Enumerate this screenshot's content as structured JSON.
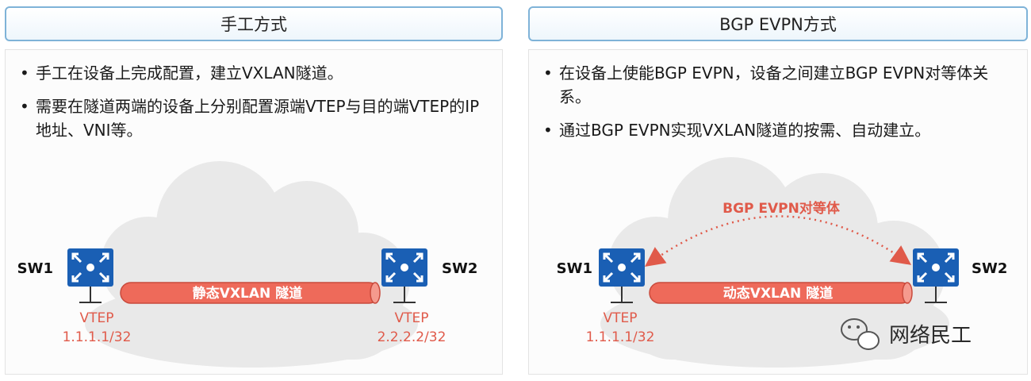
{
  "left": {
    "title": "手工方式",
    "bullets": [
      "手工在设备上完成配置，建立VXLAN隧道。",
      "需要在隧道两端的设备上分别配置源端VTEP与目的端VTEP的IP地址、VNI等。"
    ],
    "switch_a": "SW1",
    "switch_b": "SW2",
    "tunnel": "静态VXLAN 隧道",
    "vtep_a_label": "VTEP",
    "vtep_a_ip": "1.1.1.1/32",
    "vtep_b_label": "VTEP",
    "vtep_b_ip": "2.2.2.2/32"
  },
  "right": {
    "title": "BGP EVPN方式",
    "bullets": [
      "在设备上使能BGP EVPN，设备之间建立BGP EVPN对等体关系。",
      "通过BGP EVPN实现VXLAN隧道的按需、自动建立。"
    ],
    "switch_a": "SW1",
    "switch_b": "SW2",
    "peer": "BGP EVPN对等体",
    "tunnel": "动态VXLAN 隧道",
    "vtep_a_label": "VTEP",
    "vtep_a_ip": "1.1.1.1/32"
  },
  "watermark": "网络民工",
  "colors": {
    "tunnel": "#ee6a5a",
    "switch": "#1a5fb4",
    "cloud": "#e9e9e9",
    "header_border": "#7fb3d8",
    "accent_text": "#e05a4a"
  }
}
